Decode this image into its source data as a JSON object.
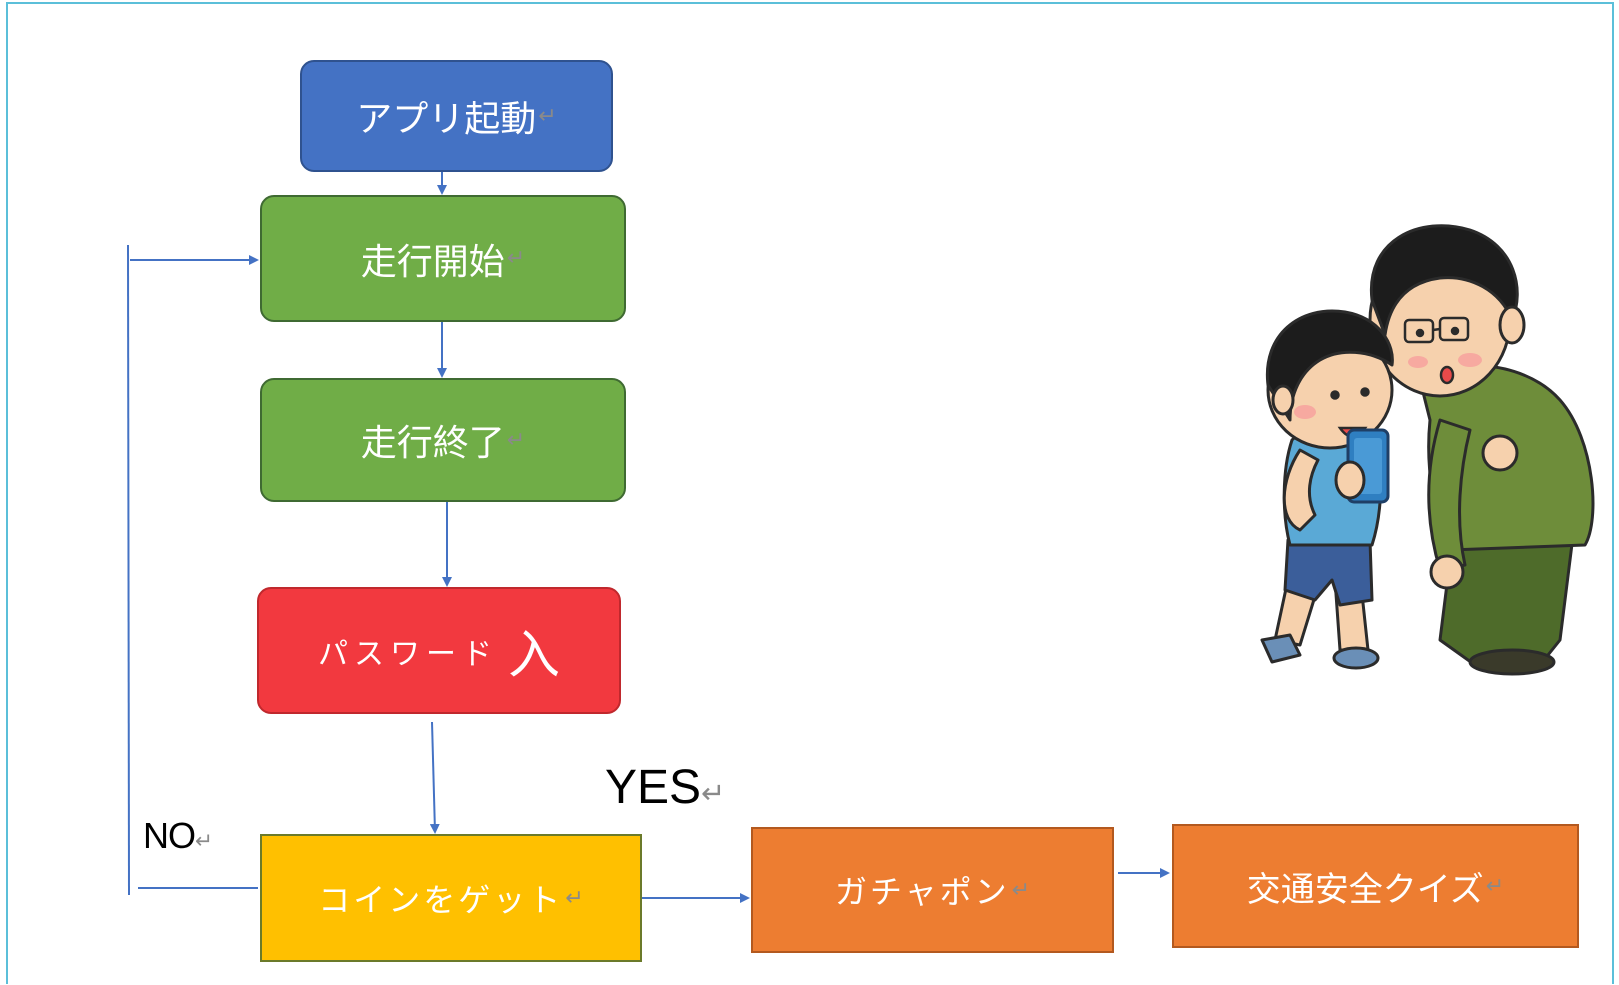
{
  "flowchart": {
    "nodes": {
      "start": "アプリ起動",
      "drive_start": "走行開始",
      "drive_end": "走行終了",
      "password": "パスワード",
      "password_big": "入",
      "get_coin": "コインをゲット",
      "gacha": "ガチャポン",
      "quiz": "交通安全クイズ"
    },
    "labels": {
      "yes": "YES",
      "no": "NO"
    },
    "paragraph_mark": "↵"
  },
  "colors": {
    "blue": "#4472c4",
    "green": "#70ad47",
    "red": "#f2393f",
    "yellow": "#ffc000",
    "orange": "#ed7d31",
    "arrow": "#4472c4",
    "frame": "#5bbfd9"
  },
  "illustration": "parent-and-child-with-smartphone"
}
